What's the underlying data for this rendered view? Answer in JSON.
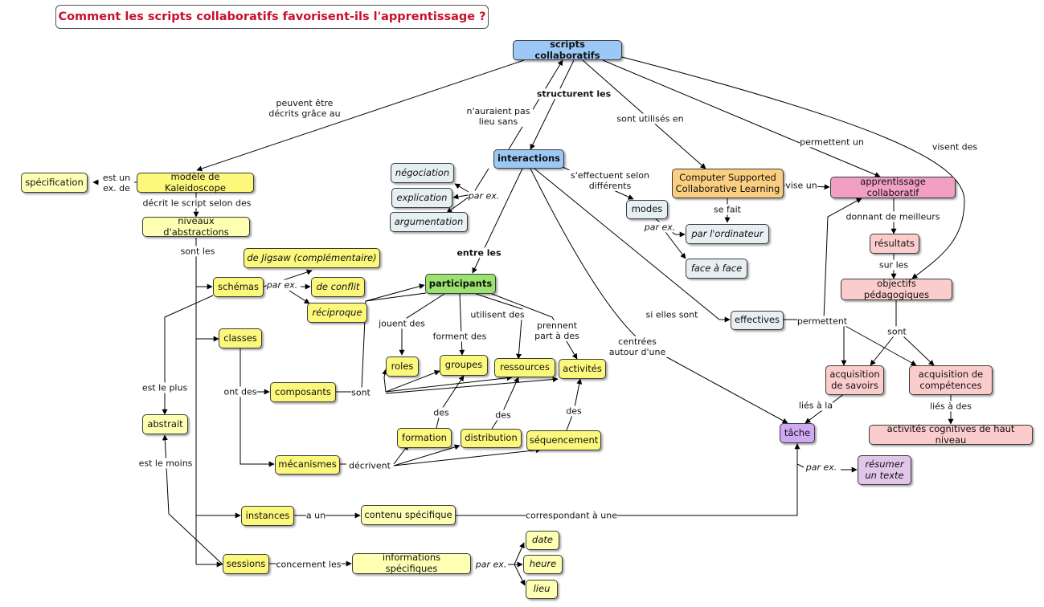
{
  "title": "Comment les scripts collaboratifs favorisent-ils l'apprentissage ?",
  "colors": {
    "blue": "#9cc8f5",
    "yellow": "#fbf87c",
    "paleYellow": "#ffffb4",
    "green": "#9be36f",
    "orange": "#fbcf80",
    "pink": "#f19fc3",
    "rose": "#fbcccc",
    "grey": "#e6eff2",
    "purple": "#cfa9f2",
    "lavender": "#e1c6ea",
    "title": "#c8102e"
  },
  "nodes": {
    "scripts": "scripts collaboratifs",
    "interactions": "interactions",
    "kaleidoscope": "modèle de Kaleidoscope",
    "specification": "spécification",
    "niveaux": "niveaux d'abstractions",
    "negociation": "négociation",
    "explication": "explication",
    "argumentation": "argumentation",
    "cscl": "Computer Supported Collaborative Learning",
    "apprentissage": "apprentissage collaboratif",
    "modes": "modes",
    "ordinateur": "par l'ordinateur",
    "faceaface": "face à face",
    "resultats": "résultats",
    "objectifs": "objectifs pédagogiques",
    "jigsaw": "de Jigsaw (complémentaire)",
    "conflit": "de conflit",
    "reciproque": "réciproque",
    "schemas": "schémas",
    "participants": "participants",
    "effectives": "effectives",
    "classes": "classes",
    "roles": "roles",
    "groupes": "groupes",
    "ressources": "ressources",
    "activites": "activités",
    "savoirs": "acquisition de savoirs",
    "competences": "acquisition de compétences",
    "composants": "composants",
    "abstrait": "abstrait",
    "tache": "tâche",
    "cognitives": "activités cognitives de haut niveau",
    "formation": "formation",
    "distribution": "distribution",
    "sequencement": "séquencement",
    "mecanismes": "mécanismes",
    "resumer": "résumer un texte",
    "instances": "instances",
    "contenu": "contenu spécifique",
    "date": "date",
    "heure": "heure",
    "sessions": "sessions",
    "informations": "informations spécifiques",
    "lieu": "lieu"
  },
  "links": {
    "peuvent": "peuvent être décrits grâce au",
    "nauraient": "n'auraient pas lieu sans",
    "structurent": "structurent les",
    "utilises": "sont utilisés en",
    "permettentun": "permettent un",
    "visent": "visent des",
    "estun": "est un ex. de",
    "decrit": "décrit le script selon des",
    "parex1": "par ex.",
    "effectuent": "s'effectuent selon différents",
    "viseun": "vise un",
    "sefait": "se fait",
    "parex2": "par ex.",
    "donnant": "donnant de meilleurs",
    "surles": "sur les",
    "sontles": "sont les",
    "parex3": "par ex.",
    "entreles": "entre les",
    "jouent": "jouent des",
    "forment": "forment des",
    "utilisent": "utilisent des",
    "prennent": "prennent part à des",
    "ellessont": "si elles sont",
    "permettent": "permettent",
    "sont": "sont",
    "centrees": "centrées autour d'une",
    "estplus": "est le plus",
    "ontdes": "ont des",
    "sontc": "sont",
    "lies": "liés à la",
    "liesdes": "liés à des",
    "des1": "des",
    "des2": "des",
    "des3": "des",
    "decrivent": "décrivent",
    "estmoins": "est le moins",
    "parex4": "par ex.",
    "aun": "a un",
    "correspondant": "correspondant à une",
    "concernent": "concernent les",
    "parex5": "par ex."
  }
}
